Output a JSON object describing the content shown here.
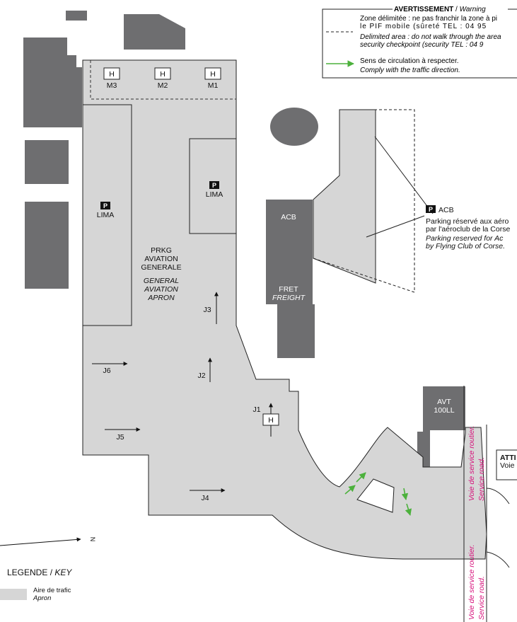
{
  "colors": {
    "apron": "#d6d6d6",
    "building": "#6e6e70",
    "traffic_arrow": "#4cb13c",
    "service_road_text": "#d6107a"
  },
  "helipads": [
    {
      "symbol": "H",
      "label": "M3"
    },
    {
      "symbol": "H",
      "label": "M2"
    },
    {
      "symbol": "H",
      "label": "M1"
    }
  ],
  "parking": {
    "symbol": "P",
    "lima": "LIMA"
  },
  "apron_label": {
    "fr": [
      "PRKG",
      "AVIATION",
      "GENERALE"
    ],
    "en": [
      "GENERAL",
      "AVIATION",
      "APRON"
    ]
  },
  "buildings": {
    "acb": "ACB",
    "fret": "FRET",
    "freight": "FREIGHT",
    "avt": "AVT",
    "fuel": "100LL"
  },
  "taxi": {
    "j1": "J1",
    "j2": "J2",
    "j3": "J3",
    "j4": "J4",
    "j5": "J5",
    "j6": "J6",
    "helipad_symbol": "H"
  },
  "acb_callout": {
    "code": "ACB",
    "fr": [
      "Parking réservé aux aéro",
      "par l'aéroclub de la Corse"
    ],
    "en": [
      "Parking reserved for Ac",
      "by Flying Club of Corse."
    ]
  },
  "warning": {
    "title_fr": "AVERTISSEMENT",
    "title_sep": " / ",
    "title_en": "Warning",
    "zone_fr": [
      "Zone délimitée : ne pas franchir la zone à pi",
      "le PIF mobile (sûreté TEL : 04 95"
    ],
    "zone_en": [
      "Delimited area : do not walk through the area",
      "security checkpoint (security TEL : 04 9"
    ],
    "traffic_fr": "Sens de circulation à respecter.",
    "traffic_en": "Comply with the traffic direction."
  },
  "service_road": {
    "fr": "Voie de service routier.",
    "en": "Service road."
  },
  "attention": {
    "title": "ATTI",
    "text": "Voie"
  },
  "north": "N",
  "legend": {
    "title_fr": "LEGENDE",
    "title_sep": " / ",
    "title_en": "KEY",
    "items": [
      {
        "fr": "Aire de trafic",
        "en": "Apron"
      }
    ]
  }
}
